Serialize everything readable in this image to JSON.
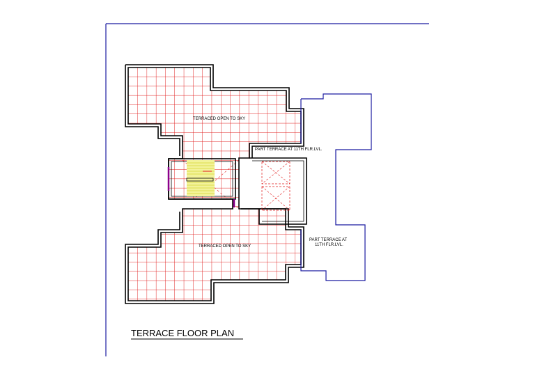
{
  "drawing": {
    "title": "TERRACE FLOOR PLAN",
    "labels": {
      "terrace_top": "TERRACED OPEN TO SKY",
      "terrace_bottom": "TERRACED OPEN TO SKY",
      "part_terrace_top": "PART TERRACE AT 11TH FLR.LVL.",
      "part_terrace_right_line1": "PART TERRACE AT",
      "part_terrace_right_line2": "11TH FLR.LVL.",
      "stair_note": "",
      "lift_note": ""
    }
  },
  "colors": {
    "border_line": "#1a1aa0",
    "wall": "#000000",
    "tile": "#e01818",
    "stair_fill": "#f3f39a",
    "accent": "#8b008b"
  }
}
